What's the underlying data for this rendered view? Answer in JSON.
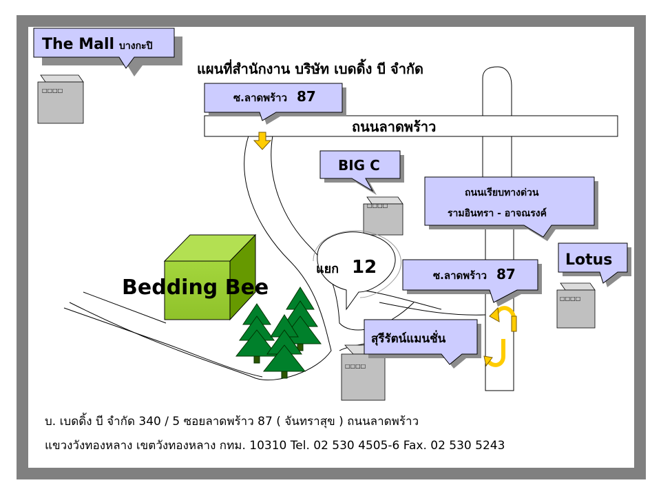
{
  "title": "แผนที่สำนักงาน บริษัท เบดดิ้ง บี จำกัด",
  "road_main": "ถนนลาดพร้าว",
  "callouts": {
    "the_mall": {
      "brand": "The Mall",
      "branch": "บางกะปิ"
    },
    "soi_87_top": {
      "prefix": "ซ.ลาดพร้าว",
      "num": "87"
    },
    "big_c": "BIG C",
    "expressway": {
      "line1": "ถนนเรียบทางด่วน",
      "line2": "รามอินทรา - อาจณรงค์"
    },
    "lotus": "Lotus",
    "junction": {
      "prefix": "แยก",
      "num": "12"
    },
    "soi_87_right": {
      "prefix": "ซ.ลาดพร้าว",
      "num": "87"
    },
    "suri_mansion": "สุรีรัตน์แมนชั่น"
  },
  "building_tag": "□□□□",
  "company_label": "Bedding Bee",
  "address": {
    "line1": "บ. เบดดิ้ง บี จำกัด 340 / 5   ซอยลาดพร้าว 87 ( จันทราสุข ) ถนนลาดพร้าว",
    "line2": "แขวงวังทองหลาง เขตวังทองหลาง กทม. 10310 Tel. 02 530 4505-6  Fax. 02 530 5243"
  },
  "colors": {
    "frame": "#808080",
    "bubble_fill": "#ccccff",
    "bubble_shadow": "#8c8c8c",
    "building": "#c0c0c0",
    "box_front": "#99cc33",
    "box_top": "#b3e052",
    "box_side": "#669900",
    "tree": "#00802b",
    "arrow": "#ffcc00"
  }
}
